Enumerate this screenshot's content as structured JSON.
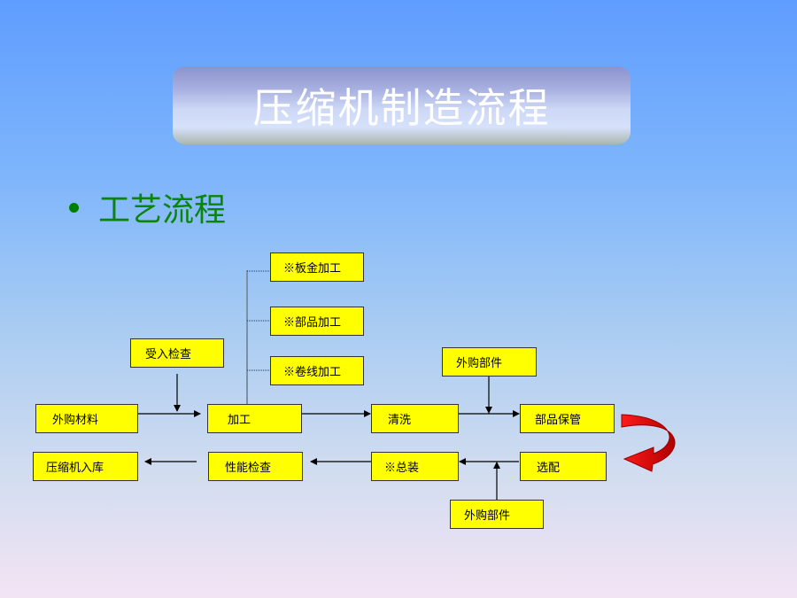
{
  "title": "压缩机制造流程",
  "bullet": "工艺流程",
  "nodes": {
    "sheet_metal": "※板金加工",
    "parts_processing": "※部品加工",
    "coil_processing": "※卷线加工",
    "incoming_inspection": "受入检查",
    "purchased_materials": "外购材料",
    "processing": "加工",
    "cleaning": "清洗",
    "purchased_parts_top": "外购部件",
    "parts_storage": "部品保管",
    "compressor_warehousing": "压缩机入库",
    "performance_test": "性能检查",
    "final_assembly": "※总装",
    "selection_matching": "选配",
    "purchased_parts_bottom": "外购部件"
  },
  "colors": {
    "node_fill": "#ffff00",
    "bullet": "#008000",
    "curved_arrow": "#e00000"
  }
}
